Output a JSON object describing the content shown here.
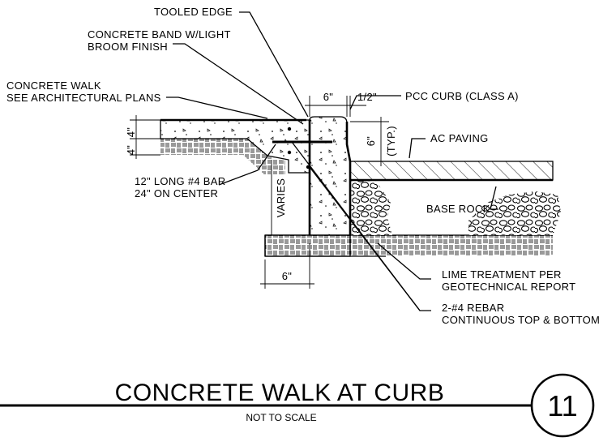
{
  "labels": {
    "tooled_edge": "TOOLED EDGE",
    "concrete_band_1": "CONCRETE BAND W/LIGHT",
    "concrete_band_2": "BROOM FINISH",
    "concrete_walk_1": "CONCRETE WALK",
    "concrete_walk_2": "SEE ARCHITECTURAL PLANS",
    "pcc_curb": "PCC CURB (CLASS A)",
    "ac_paving": "AC PAVING",
    "base_rock": "BASE ROCK",
    "bar_1": "12\" LONG #4 BAR",
    "bar_2": "24\" ON CENTER",
    "varies": "VARIES",
    "lime_1": "LIME TREATMENT PER",
    "lime_2": "GEOTECHNICAL REPORT",
    "rebar_1": "2-#4 REBAR",
    "rebar_2": "CONTINUOUS TOP & BOTTOM"
  },
  "dimensions": {
    "walk_thickness_top": "4\"",
    "walk_thickness_bottom": "4\"",
    "curb_width": "6\"",
    "curb_batter": "1/2\"",
    "curb_height": "6\"",
    "curb_height_note": "(TYP.)",
    "footing_width": "6\""
  },
  "title_block": {
    "title": "CONCRETE WALK AT CURB",
    "scale_note": "NOT TO SCALE",
    "detail_number": "11"
  }
}
